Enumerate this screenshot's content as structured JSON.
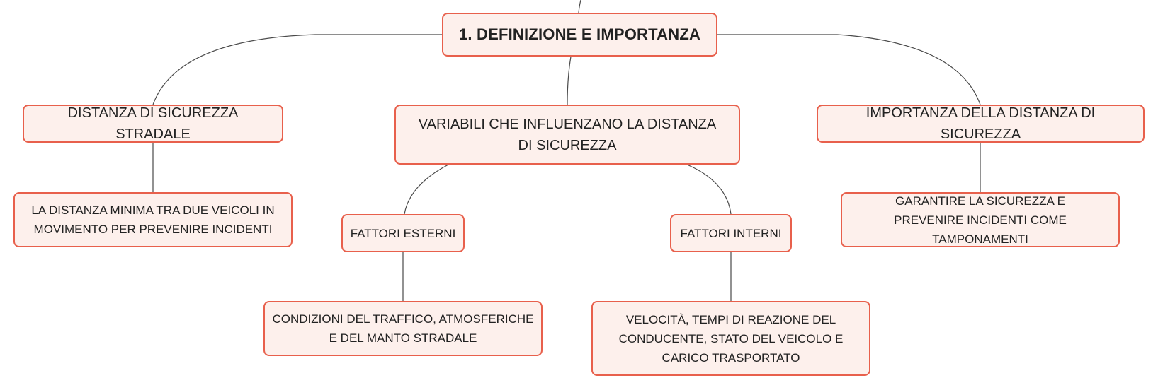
{
  "mindmap": {
    "root": {
      "label": "1. DEFINIZIONE E IMPORTANZA"
    },
    "branches": [
      {
        "label": "DISTANZA DI SICUREZZA STRADALE"
      },
      {
        "label": "VARIABILI CHE INFLUENZANO LA DISTANZA DI SICUREZZA"
      },
      {
        "label": "IMPORTANZA DELLA DISTANZA DI SICUREZZA"
      }
    ],
    "subnodes": [
      {
        "label": "LA DISTANZA MINIMA TRA DUE VEICOLI IN MOVIMENTO PER PREVENIRE INCIDENTI"
      },
      {
        "label": "FATTORI ESTERNI"
      },
      {
        "label": "FATTORI INTERNI"
      },
      {
        "label": "GARANTIRE LA SICUREZZA E PREVENIRE INCIDENTI COME TAMPONAMENTI"
      },
      {
        "label": "CONDIZIONI DEL TRAFFICO, ATMOSFERICHE E DEL MANTO STRADALE"
      },
      {
        "label": "VELOCITÀ, TEMPI DI REAZIONE DEL CONDUCENTE, STATO DEL VEICOLO E CARICO TRASPORTATO"
      }
    ],
    "colors": {
      "node_fill": "#fdf0ec",
      "node_border": "#e8604c",
      "connector": "#4a4a4a"
    }
  }
}
